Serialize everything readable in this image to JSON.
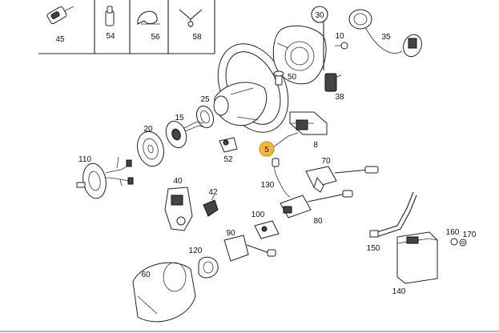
{
  "colors": {
    "highlight": "#f5b73b",
    "line": "#222222",
    "background": "#ffffff"
  },
  "legend_parts": [
    "45",
    "54",
    "56",
    "58"
  ],
  "callouts": {
    "p5": "5",
    "p8": "8",
    "p10": "10",
    "p15": "15",
    "p20": "20",
    "p25": "25",
    "p30": "30",
    "p35": "35",
    "p38": "38",
    "p40": "40",
    "p42": "42",
    "p50": "50",
    "p52": "52",
    "p60": "60",
    "p70": "70",
    "p80": "80",
    "p90": "90",
    "p100": "100",
    "p110": "110",
    "p120": "120",
    "p130": "130",
    "p140": "140",
    "p150": "150",
    "p160": "160",
    "p170": "170"
  }
}
